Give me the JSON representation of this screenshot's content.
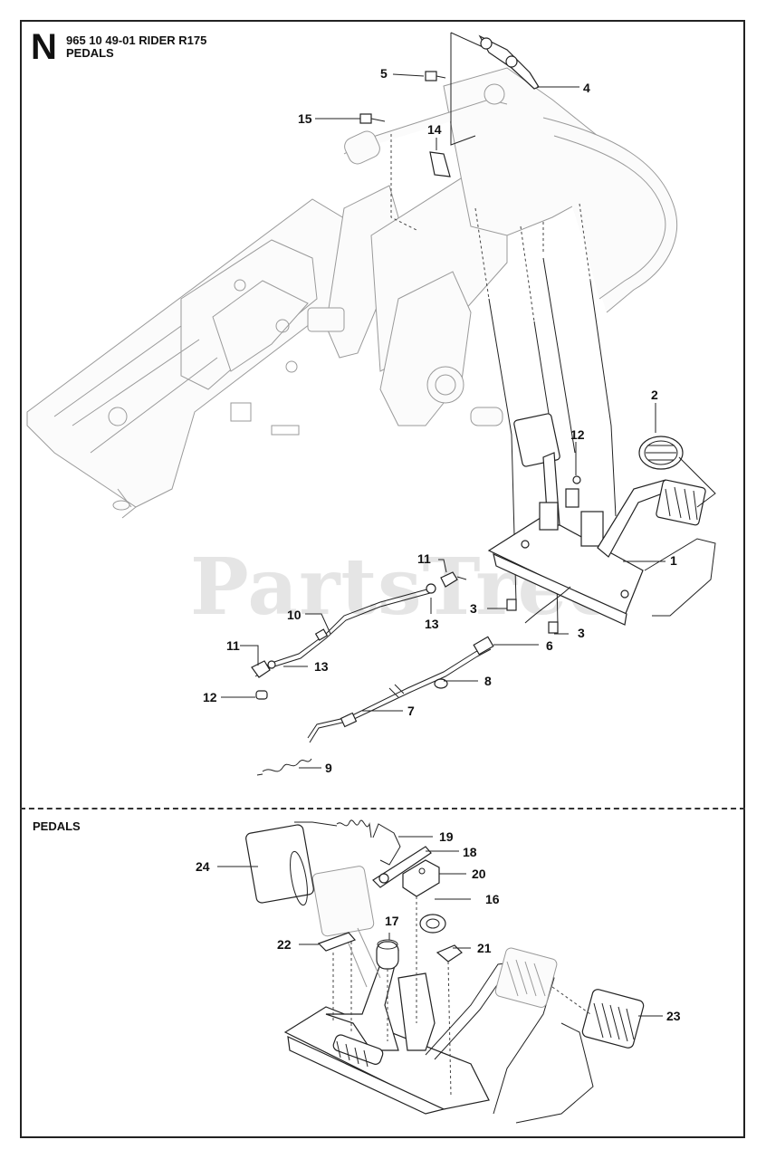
{
  "header": {
    "section_letter": "N",
    "title_line_1": "965 10 49-01 RIDER R175",
    "title_line_2": "PEDALS"
  },
  "watermark": "PartsTree",
  "lower_section": {
    "title": "PEDALS"
  },
  "callouts_upper": [
    "1",
    "2",
    "3",
    "3",
    "4",
    "5",
    "6",
    "7",
    "8",
    "9",
    "10",
    "11",
    "11",
    "12",
    "12",
    "13",
    "13",
    "14",
    "15"
  ],
  "callouts_lower": [
    "16",
    "17",
    "18",
    "19",
    "20",
    "21",
    "22",
    "23",
    "24"
  ]
}
